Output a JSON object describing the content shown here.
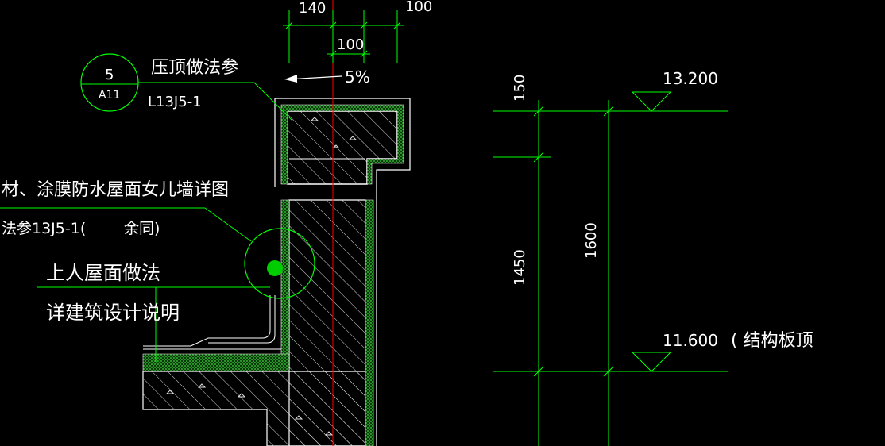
{
  "colors": {
    "background": "#000000",
    "text": "#ffffff",
    "dimension": "#00ff00",
    "axis": "#ff0000",
    "outline": "#ffffff"
  },
  "dims": {
    "top_140": "140",
    "top_100_right": "100",
    "top_100_mid": "100",
    "slope": "5%",
    "v_150": "150",
    "v_1450": "1450",
    "v_1600": "1600"
  },
  "elevations": {
    "top": "13.200",
    "bottom": "11.600",
    "bottom_note": "( 结构板顶"
  },
  "callout": {
    "number": "5",
    "sheet": "A11",
    "ref_title": "压顶做法参",
    "ref_code": "L13J5-1"
  },
  "notes": {
    "waterproof_line1": "材、涂膜防水屋面女儿墙详图",
    "waterproof_line2a": "法参13J5-1(",
    "waterproof_line2b": "余同)",
    "roof_line1": "上人屋面做法",
    "roof_line2": "详建筑设计说明"
  }
}
